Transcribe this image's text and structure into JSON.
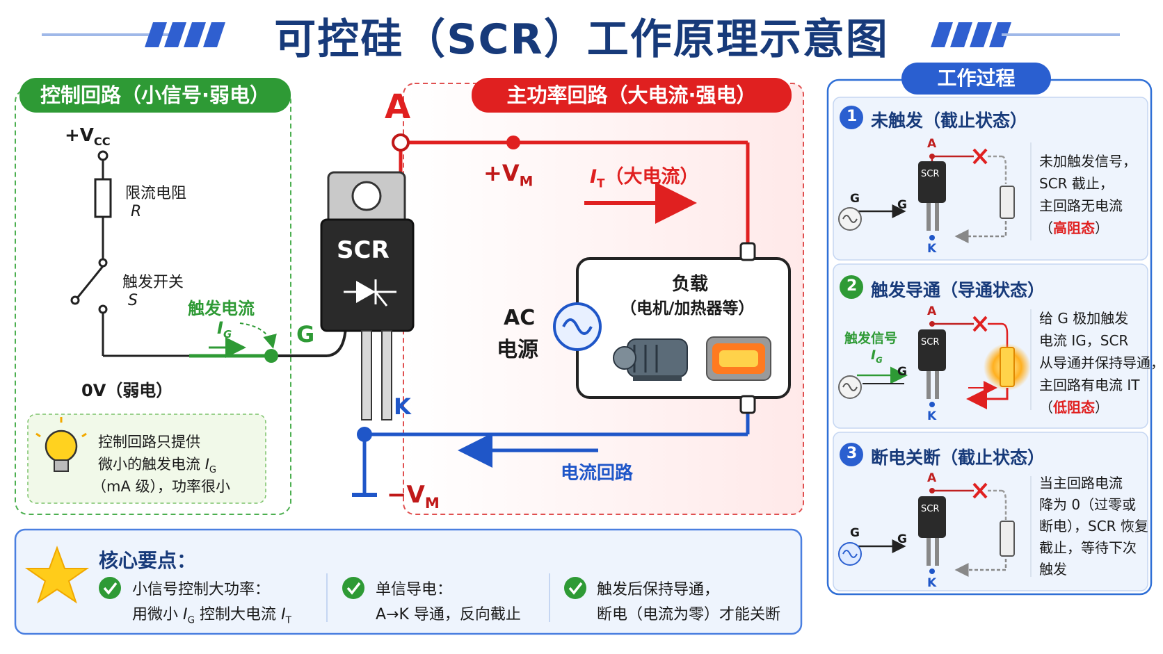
{
  "title": "可控硅（SCR）工作原理示意图",
  "control_circuit": {
    "header": "控制回路（小信号·弱电）",
    "vcc_label": "+V",
    "vcc_sub": "CC",
    "resistor_label": "限流电阻",
    "resistor_symbol": "R",
    "switch_label": "触发开关",
    "switch_symbol": "S",
    "trigger_current_label": "触发电流",
    "ig_label": "I",
    "ig_sub": "G",
    "ground_label": "0V（弱电）",
    "note_line1": "控制回路只提供",
    "note_line2_a": "微小的触发电流 ",
    "note_line2_i": "I",
    "note_line2_sub": "G",
    "note_line3": "（mA 级），功率很小"
  },
  "main_circuit": {
    "header": "主功率回路（大电流·强电）",
    "terminal_a": "A",
    "terminal_g": "G",
    "terminal_k": "K",
    "scr_label": "SCR",
    "vm_plus": "+V",
    "vm_plus_sub": "M",
    "vm_minus": "−V",
    "vm_minus_sub": "M",
    "it_label": "I",
    "it_sub": "T",
    "it_note": "（大电流）",
    "ac_line1": "AC",
    "ac_line2": "电源",
    "load_title": "负载",
    "load_sub": "（电机/加热器等）",
    "return_label": "电流回路"
  },
  "process": {
    "header": "工作过程",
    "steps": [
      {
        "num": "1",
        "title": "未触发（截止状态）",
        "lines": [
          "未加触发信号，",
          "SCR 截止，",
          "主回路无电流"
        ],
        "state": "高阻态",
        "a": "A",
        "g": "G",
        "k": "K",
        "g2": "G",
        "chip": "SCR"
      },
      {
        "num": "2",
        "title": "触发导通（导通状态）",
        "trigger": "触发信号",
        "ig": "I",
        "ig_sub": "G",
        "lines": [
          "给 G 极加触发",
          "电流 IG，SCR",
          "从导通并保持导通，",
          "主回路有电流 IT"
        ],
        "state": "低阻态",
        "a": "A",
        "g": "G",
        "k": "K",
        "chip": "SCR"
      },
      {
        "num": "3",
        "title": "断电关断（截止状态）",
        "lines": [
          "当主回路电流",
          "降为 0（过零或",
          "断电），SCR 恢复",
          "截止，等待下次",
          "触发"
        ],
        "a": "A",
        "g": "G",
        "k": "K",
        "g2": "G",
        "chip": "SCR"
      }
    ]
  },
  "key_points": {
    "header": "核心要点：",
    "items": [
      {
        "title": "小信号控制大功率：",
        "desc_a": "用微小 ",
        "desc_i1": "I",
        "desc_s1": "G",
        "desc_b": " 控制大电流 ",
        "desc_i2": "I",
        "desc_s2": "T"
      },
      {
        "title": "单信导电：",
        "desc": "A→K 导通，反向截止"
      },
      {
        "title": "触发后保持导通，",
        "desc": "断电（电流为零）才能关断"
      }
    ]
  },
  "colors": {
    "green": "#2e9a35",
    "red": "#e02020",
    "blue": "#1f56c8",
    "navy": "#173a7a"
  }
}
